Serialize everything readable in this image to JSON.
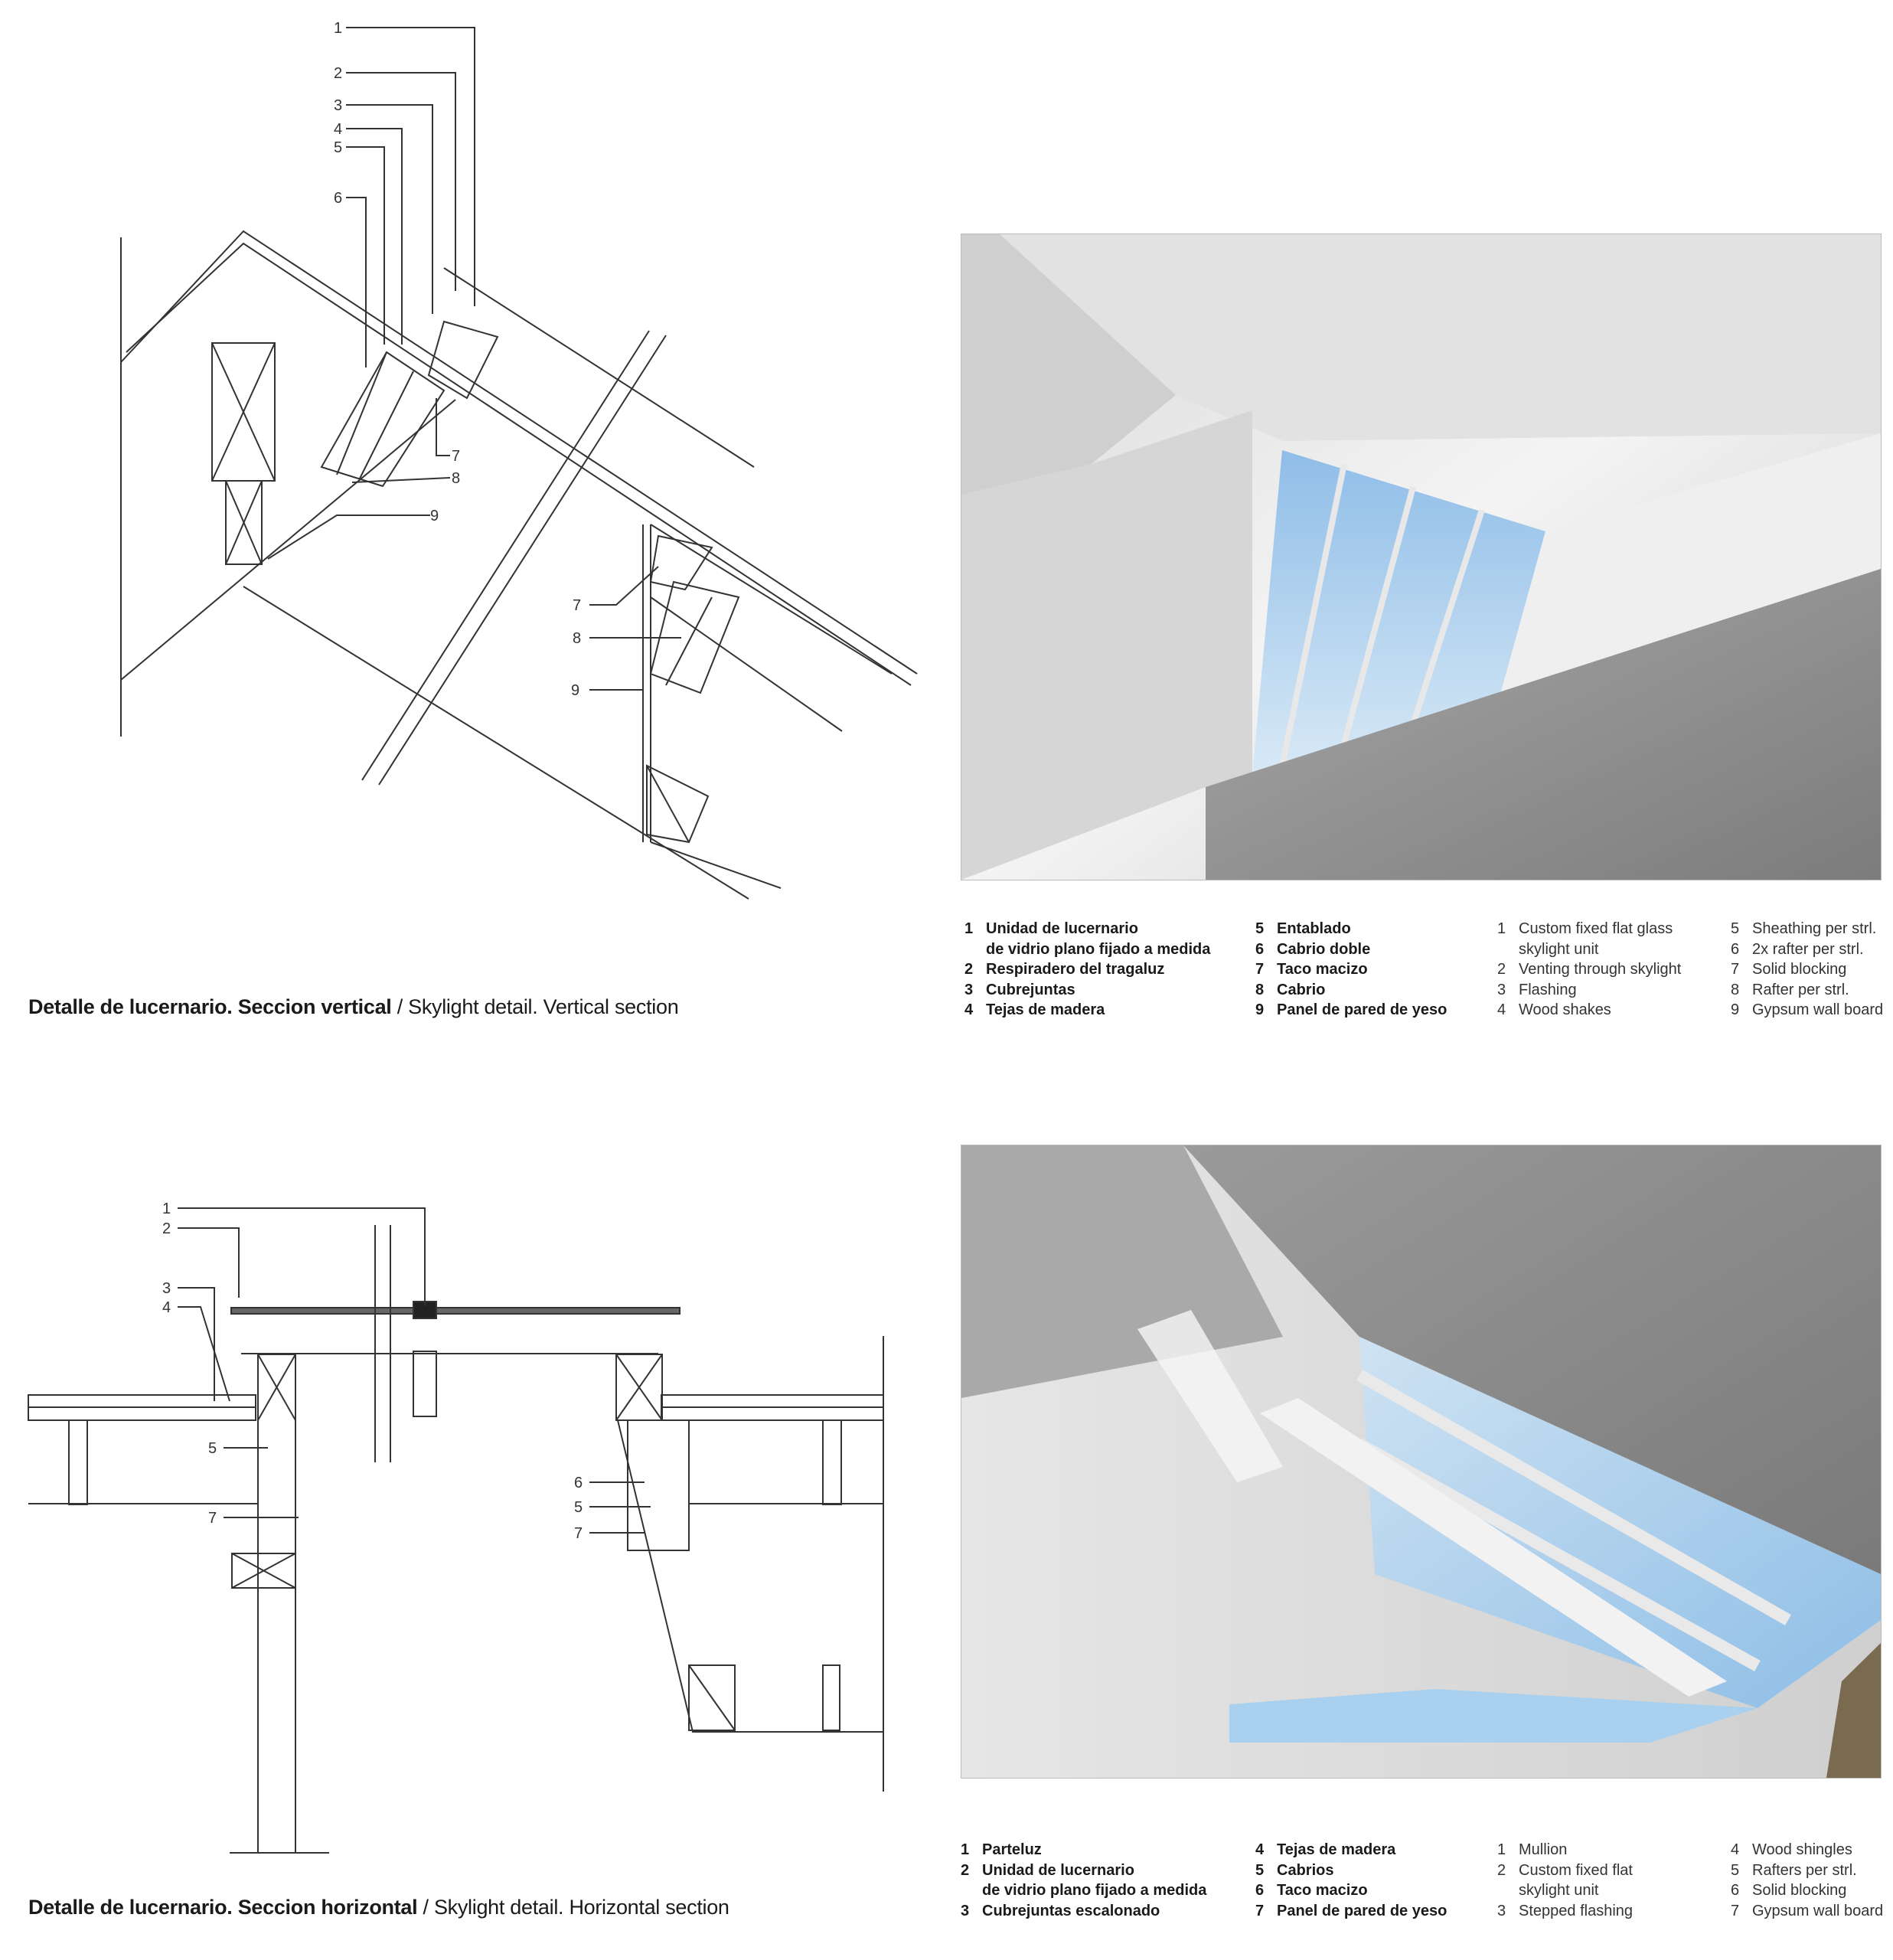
{
  "vertical_section": {
    "caption_es": "Detalle de lucernario. Seccion vertical",
    "caption_sep": " / ",
    "caption_en": "Skylight detail. Vertical section",
    "callouts": [
      "1",
      "2",
      "3",
      "4",
      "5",
      "6",
      "7",
      "8",
      "9",
      "7",
      "8",
      "9"
    ],
    "legend_es": [
      {
        "n": "1",
        "t": "Unidad de lucernario"
      },
      {
        "n": "",
        "t": "de vidrio plano fijado a medida"
      },
      {
        "n": "2",
        "t": "Respiradero del tragaluz"
      },
      {
        "n": "3",
        "t": "Cubrejuntas"
      },
      {
        "n": "4",
        "t": "Tejas de madera"
      },
      {
        "n": "5",
        "t": "Entablado"
      },
      {
        "n": "6",
        "t": "Cabrio doble"
      },
      {
        "n": "7",
        "t": "Taco macizo"
      },
      {
        "n": "8",
        "t": "Cabrio"
      },
      {
        "n": "9",
        "t": "Panel de pared de yeso"
      }
    ],
    "legend_en": [
      {
        "n": "1",
        "t": "Custom fixed flat glass"
      },
      {
        "n": "",
        "t": "skylight unit"
      },
      {
        "n": "2",
        "t": "Venting through skylight"
      },
      {
        "n": "3",
        "t": "Flashing"
      },
      {
        "n": "4",
        "t": "Wood shakes"
      },
      {
        "n": "5",
        "t": "Sheathing per strl."
      },
      {
        "n": "6",
        "t": "2x rafter per strl."
      },
      {
        "n": "7",
        "t": "Solid blocking"
      },
      {
        "n": "8",
        "t": "Rafter per strl."
      },
      {
        "n": "9",
        "t": "Gypsum wall board"
      }
    ]
  },
  "horizontal_section": {
    "caption_es": "Detalle de lucernario. Seccion horizontal",
    "caption_sep": " / ",
    "caption_en": "Skylight detail. Horizontal section",
    "callouts": [
      "1",
      "2",
      "3",
      "4",
      "5",
      "7",
      "6",
      "5",
      "7"
    ],
    "legend_es": [
      {
        "n": "1",
        "t": "Parteluz"
      },
      {
        "n": "2",
        "t": "Unidad de lucernario"
      },
      {
        "n": "",
        "t": "de vidrio plano fijado a medida"
      },
      {
        "n": "3",
        "t": "Cubrejuntas escalonado"
      },
      {
        "n": "4",
        "t": "Tejas de madera"
      },
      {
        "n": "5",
        "t": "Cabrios"
      },
      {
        "n": "6",
        "t": "Taco macizo"
      },
      {
        "n": "7",
        "t": "Panel de pared de yeso"
      }
    ],
    "legend_en": [
      {
        "n": "1",
        "t": "Mullion"
      },
      {
        "n": "2",
        "t": "Custom fixed flat"
      },
      {
        "n": "",
        "t": "skylight unit"
      },
      {
        "n": "3",
        "t": "Stepped flashing"
      },
      {
        "n": "4",
        "t": "Wood shingles"
      },
      {
        "n": "5",
        "t": "Rafters per strl."
      },
      {
        "n": "6",
        "t": "Solid blocking"
      },
      {
        "n": "7",
        "t": "Gypsum wall board"
      }
    ]
  },
  "colors": {
    "sky": "#9cc6ec",
    "wall_light": "#f0f0f0",
    "wall_dark": "#8e8e8e"
  }
}
